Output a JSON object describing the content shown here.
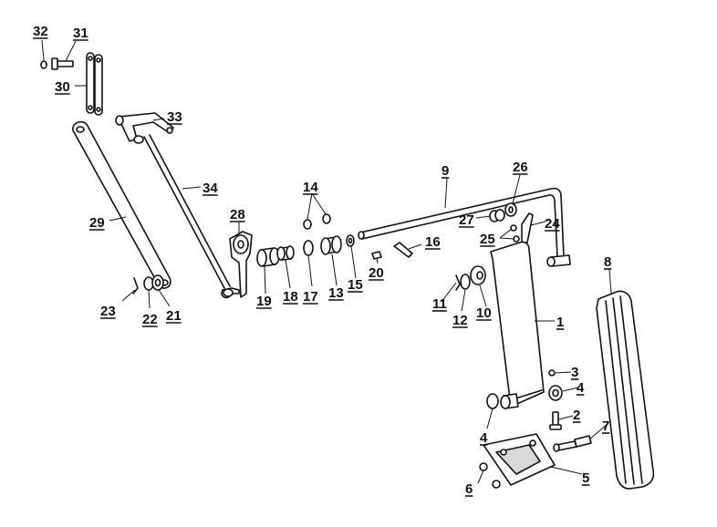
{
  "callouts": [
    {
      "id": "1",
      "label": "1"
    },
    {
      "id": "2",
      "label": "2"
    },
    {
      "id": "3",
      "label": "3"
    },
    {
      "id": "4a",
      "label": "4"
    },
    {
      "id": "4b",
      "label": "4"
    },
    {
      "id": "5",
      "label": "5"
    },
    {
      "id": "6",
      "label": "6"
    },
    {
      "id": "7",
      "label": "7"
    },
    {
      "id": "8",
      "label": "8"
    },
    {
      "id": "9",
      "label": "9"
    },
    {
      "id": "10",
      "label": "10"
    },
    {
      "id": "11",
      "label": "11"
    },
    {
      "id": "12",
      "label": "12"
    },
    {
      "id": "13",
      "label": "13"
    },
    {
      "id": "14",
      "label": "14"
    },
    {
      "id": "15",
      "label": "15"
    },
    {
      "id": "16",
      "label": "16"
    },
    {
      "id": "17",
      "label": "17"
    },
    {
      "id": "18",
      "label": "18"
    },
    {
      "id": "19",
      "label": "19"
    },
    {
      "id": "20",
      "label": "20"
    },
    {
      "id": "21",
      "label": "21"
    },
    {
      "id": "22",
      "label": "22"
    },
    {
      "id": "23",
      "label": "23"
    },
    {
      "id": "24",
      "label": "24"
    },
    {
      "id": "25",
      "label": "25"
    },
    {
      "id": "26",
      "label": "26"
    },
    {
      "id": "27",
      "label": "27"
    },
    {
      "id": "28",
      "label": "28"
    },
    {
      "id": "29",
      "label": "29"
    },
    {
      "id": "30",
      "label": "30"
    },
    {
      "id": "31",
      "label": "31"
    },
    {
      "id": "32",
      "label": "32"
    },
    {
      "id": "33",
      "label": "33"
    },
    {
      "id": "34",
      "label": "34"
    }
  ]
}
